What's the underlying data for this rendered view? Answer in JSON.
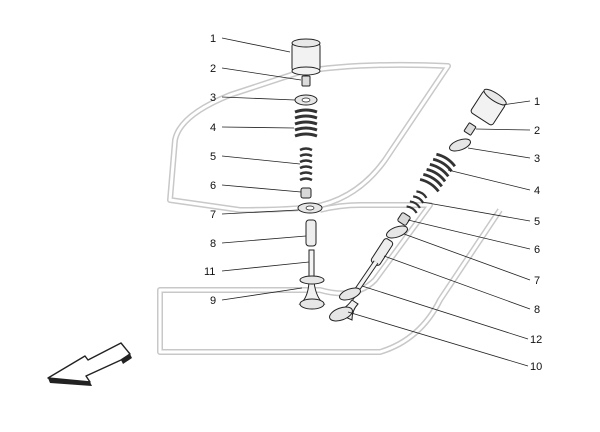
{
  "diagram": {
    "left_assembly_callouts": [
      "1",
      "2",
      "3",
      "4",
      "5",
      "6",
      "7",
      "8",
      "11",
      "9"
    ],
    "right_assembly_callouts": [
      "1",
      "2",
      "3",
      "4",
      "5",
      "6",
      "7",
      "8",
      "12",
      "10"
    ],
    "colors": {
      "ribbon": "#c8c8c8",
      "part_fill": "#f2f2f2",
      "part_stroke": "#222222",
      "spring": "#333333",
      "arrow": "#222222"
    },
    "icons": {
      "direction_arrow": "front-direction-arrow-icon"
    }
  }
}
